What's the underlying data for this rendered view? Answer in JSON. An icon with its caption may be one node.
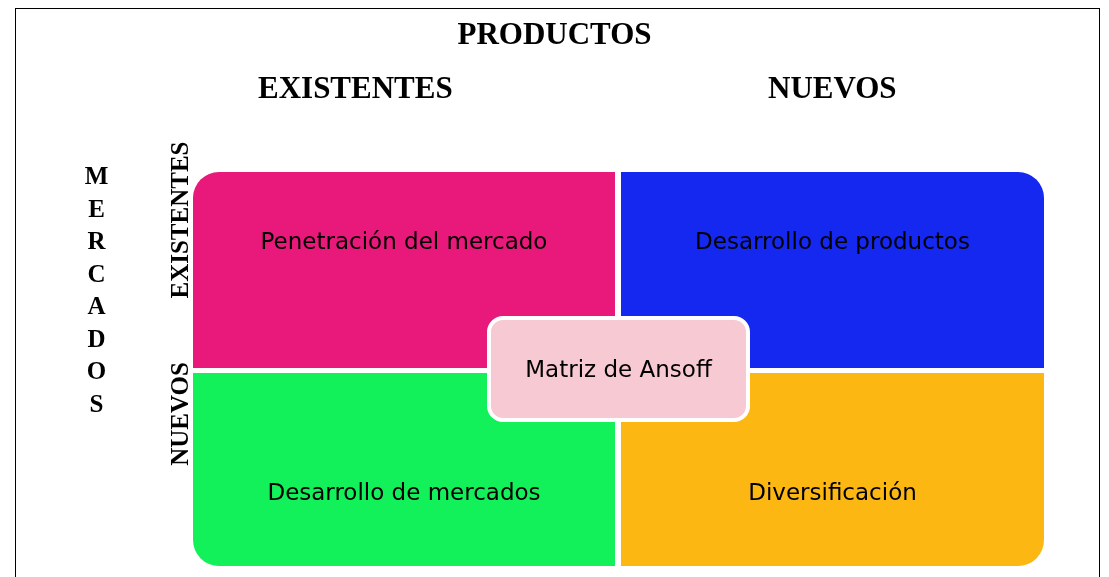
{
  "diagram": {
    "title": "PRODUCTOS",
    "nodes": [
      {
        "text": [
          "Penetración del mercado"
        ]
      },
      {
        "text": [
          "Desarrollo de productos"
        ]
      },
      {
        "text": [
          "Desarrollo de mercados"
        ]
      },
      {
        "text": [
          "Diversificación"
        ]
      },
      {
        "text": [
          "Matriz de Ansoff"
        ]
      }
    ],
    "labels": [
      "EXISTENTES",
      "NUEVOS",
      "MERCADOS",
      "EXISTENTES",
      "NUEVOS"
    ]
  }
}
